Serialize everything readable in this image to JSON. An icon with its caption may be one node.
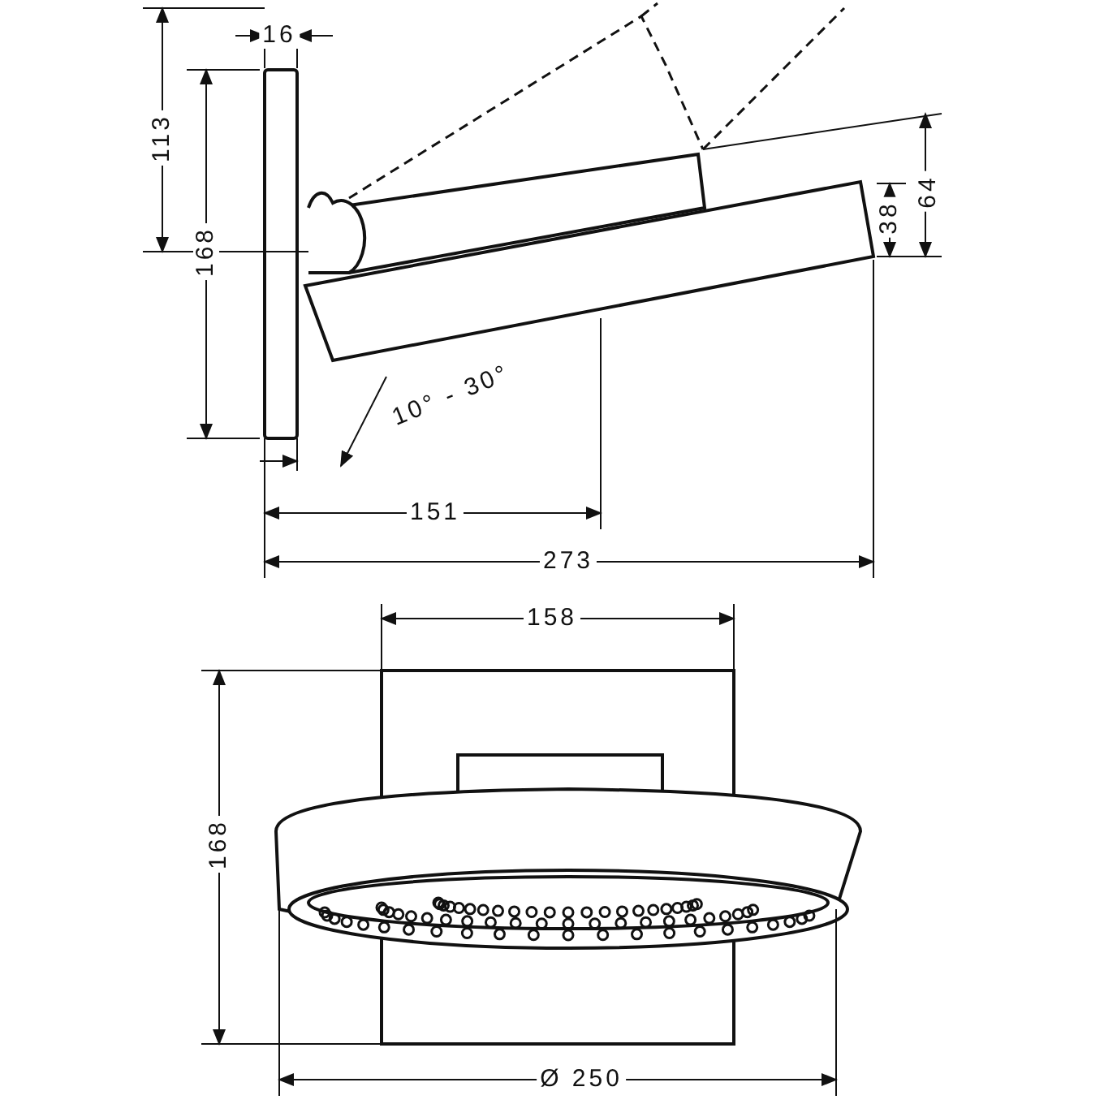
{
  "diagram": {
    "labels": [
      "16",
      "113",
      "168",
      "38",
      "64",
      "10° - 30°",
      "151",
      "273",
      "158",
      "168",
      "Ø 250"
    ]
  }
}
